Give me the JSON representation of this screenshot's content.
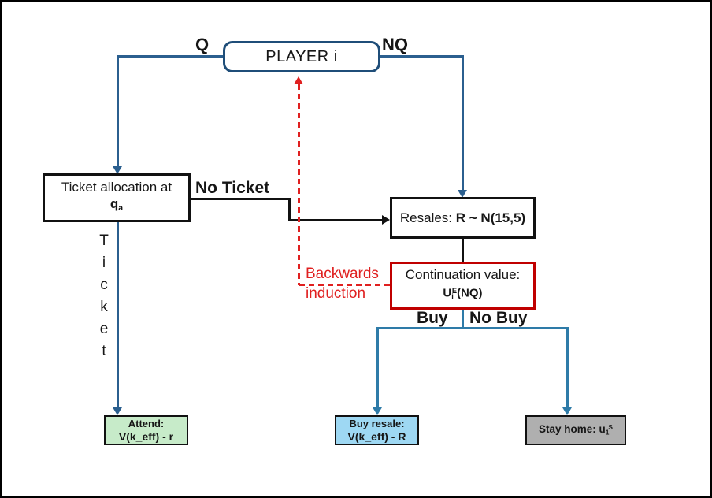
{
  "colors": {
    "navy": "#1F4E79",
    "line-blue": "#2B5F8F",
    "branch-blue": "#2E7BA8",
    "red-border": "#C00000",
    "red-dash": "#E02020",
    "ink": "#111111",
    "green-fill": "#C7EBC9",
    "blue-fill": "#9ED8F3",
    "gray-fill": "#AFAFAF"
  },
  "nodes": {
    "player": {
      "label": "PLAYER i"
    },
    "ticket_allocation": {
      "line1": "Ticket allocation at",
      "var_base": "q",
      "var_sub": "a"
    },
    "resales": {
      "prefix": "Resales: ",
      "formula": "R ~ N(15,5)"
    },
    "continuation": {
      "line1": "Continuation value:",
      "u_base": "U",
      "u_sub": "i",
      "u_sup": "E",
      "u_rest": "(NQ)"
    },
    "attend": {
      "line1": "Attend:",
      "line2": "V(k_eff) - r"
    },
    "buy_resale": {
      "line1": "Buy resale:",
      "line2": "V(k_eff) - R"
    },
    "stay_home": {
      "prefix": "Stay home: ",
      "u_base": "u",
      "u_sub": "1",
      "u_sup": "S"
    }
  },
  "edge_labels": {
    "q": "Q",
    "nq": "NQ",
    "no_ticket": "No Ticket",
    "buy": "Buy",
    "no_buy": "No Buy",
    "backwards_line1": "Backwards",
    "backwards_line2": "induction",
    "ticket_letters": [
      "T",
      "i",
      "c",
      "k",
      "e",
      "t"
    ]
  }
}
